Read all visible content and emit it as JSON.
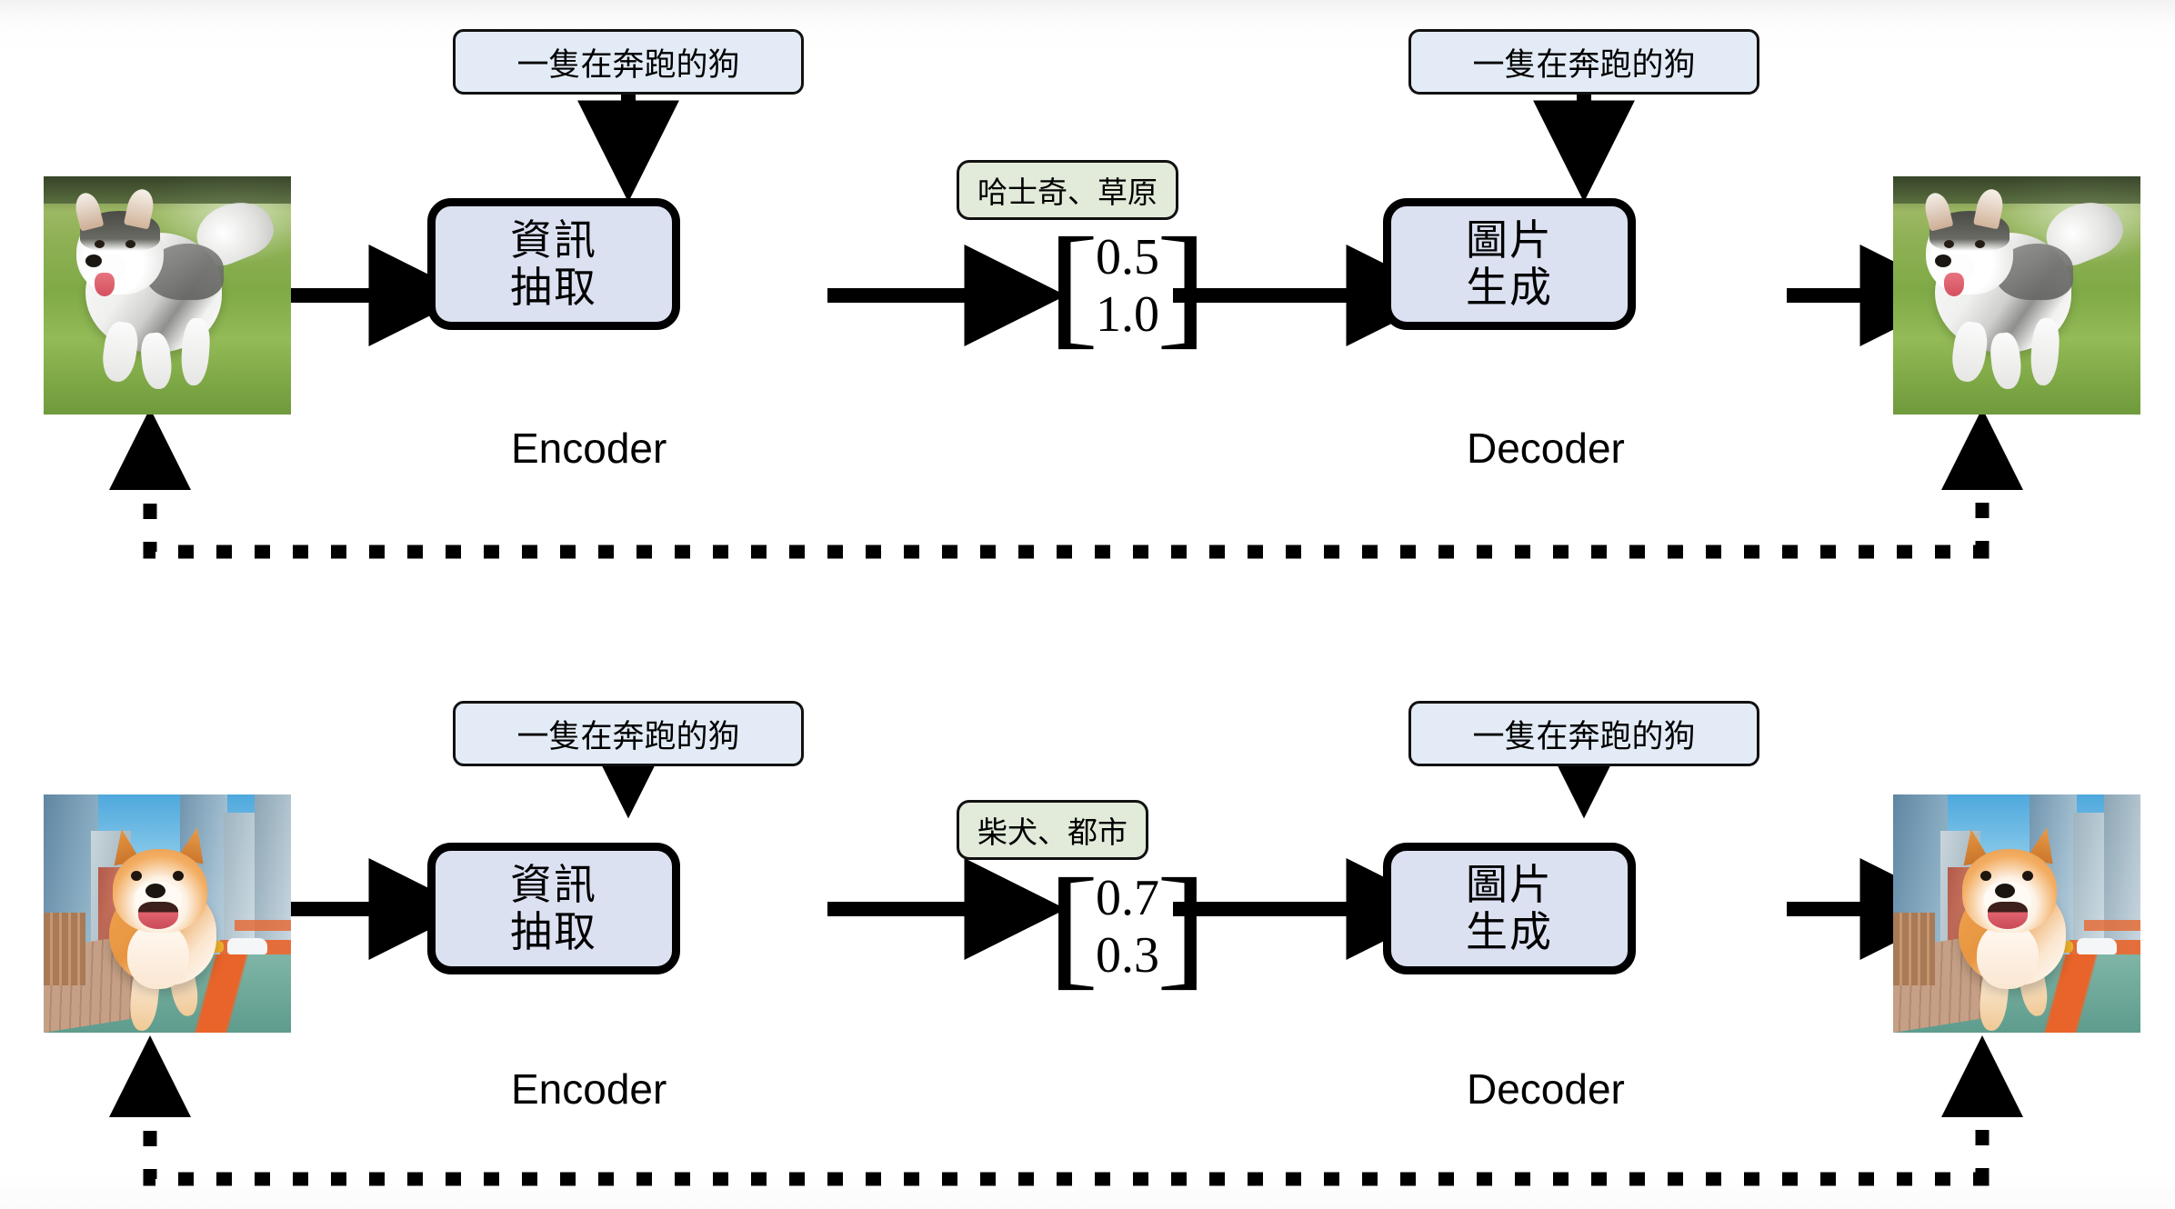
{
  "diagram": {
    "title": "Autoencoder / Image reconstruction pipeline",
    "colors": {
      "process_fill": "#dce1f2",
      "process_border": "#000000",
      "caption_fill": "#e3ecf6",
      "latent_label_fill": "#e2ebd9",
      "arrow": "#000000",
      "background": "#ffffff"
    },
    "rows": [
      {
        "id": "row-husky",
        "input_image": {
          "alt": "husky dog running on grass",
          "scene": "grassland"
        },
        "input_caption": "一隻在奔跑的狗",
        "encoder": {
          "line1": "資訊",
          "line2": "抽取",
          "role": "Encoder"
        },
        "latent_label": "哈士奇、草原",
        "latent_vector": [
          "0.5",
          "1.0"
        ],
        "decoder_caption": "一隻在奔跑的狗",
        "decoder": {
          "line1": "圖片",
          "line2": "生成",
          "role": "Decoder"
        },
        "output_image": {
          "alt": "reconstructed husky dog running on grass",
          "scene": "grassland"
        },
        "feedback": "reconstruction-loop"
      },
      {
        "id": "row-shiba",
        "input_image": {
          "alt": "shiba inu running in a city street",
          "scene": "urban"
        },
        "input_caption": "一隻在奔跑的狗",
        "encoder": {
          "line1": "資訊",
          "line2": "抽取",
          "role": "Encoder"
        },
        "latent_label": "柴犬、都市",
        "latent_vector": [
          "0.7",
          "0.3"
        ],
        "decoder_caption": "一隻在奔跑的狗",
        "decoder": {
          "line1": "圖片",
          "line2": "生成",
          "role": "Decoder"
        },
        "output_image": {
          "alt": "reconstructed shiba inu running in a city street",
          "scene": "urban"
        },
        "feedback": "reconstruction-loop"
      }
    ]
  }
}
